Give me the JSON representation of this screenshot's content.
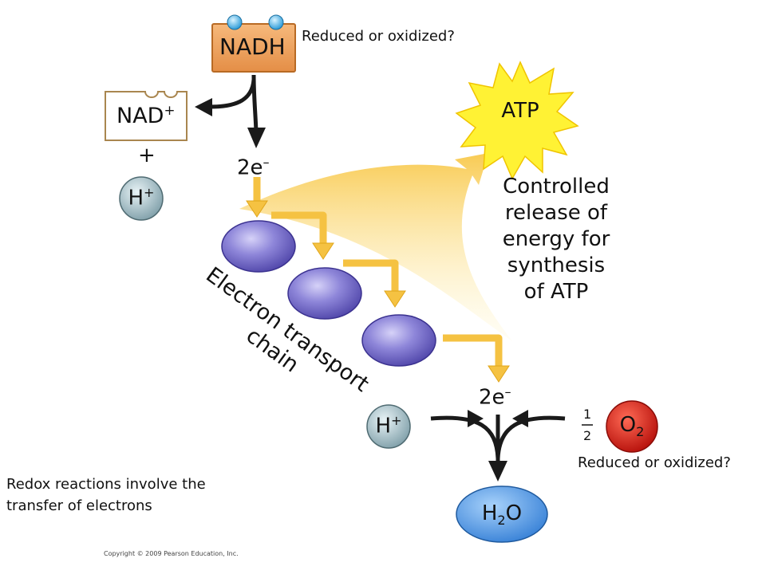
{
  "question_top": "Reduced or oxidized?",
  "question_bottom": "Reduced or oxidized?",
  "nadh_label": "NADH",
  "nad_label": {
    "base": "NAD",
    "charge": "+"
  },
  "plus_sign": "+",
  "proton_top": {
    "base": "H",
    "charge": "+"
  },
  "proton_bottom": {
    "base": "H",
    "charge": "+"
  },
  "electrons_top": {
    "base": "2e",
    "charge": "–"
  },
  "electrons_bottom": {
    "base": "2e",
    "charge": "–"
  },
  "atp_label": "ATP",
  "energy_text": [
    "Controlled",
    "release of",
    "energy for",
    "synthesis",
    "of ATP"
  ],
  "etc_label": {
    "line1": "Electron transport",
    "line2": "chain"
  },
  "oxygen": {
    "coef_num": "1",
    "coef_den": "2",
    "base": "O",
    "sub": "2"
  },
  "water": {
    "b1": "H",
    "sub": "2",
    "b2": "O"
  },
  "caption": [
    "Redox reactions involve the",
    "transfer of electrons"
  ],
  "copyright": "Copyright © 2009 Pearson Education, Inc.",
  "colors": {
    "nadh_fill": "#f0a560",
    "nadh_stroke": "#b86a24",
    "electron_dot": "#57c3ef",
    "carrier": "#8d85d8",
    "chevron": "#f5c242",
    "energy_fan": "#fbd563",
    "atp_burst": "#fff234",
    "proton": "#b7cfd6",
    "oxygen": "#e0241b",
    "water": "#62a6ec"
  }
}
